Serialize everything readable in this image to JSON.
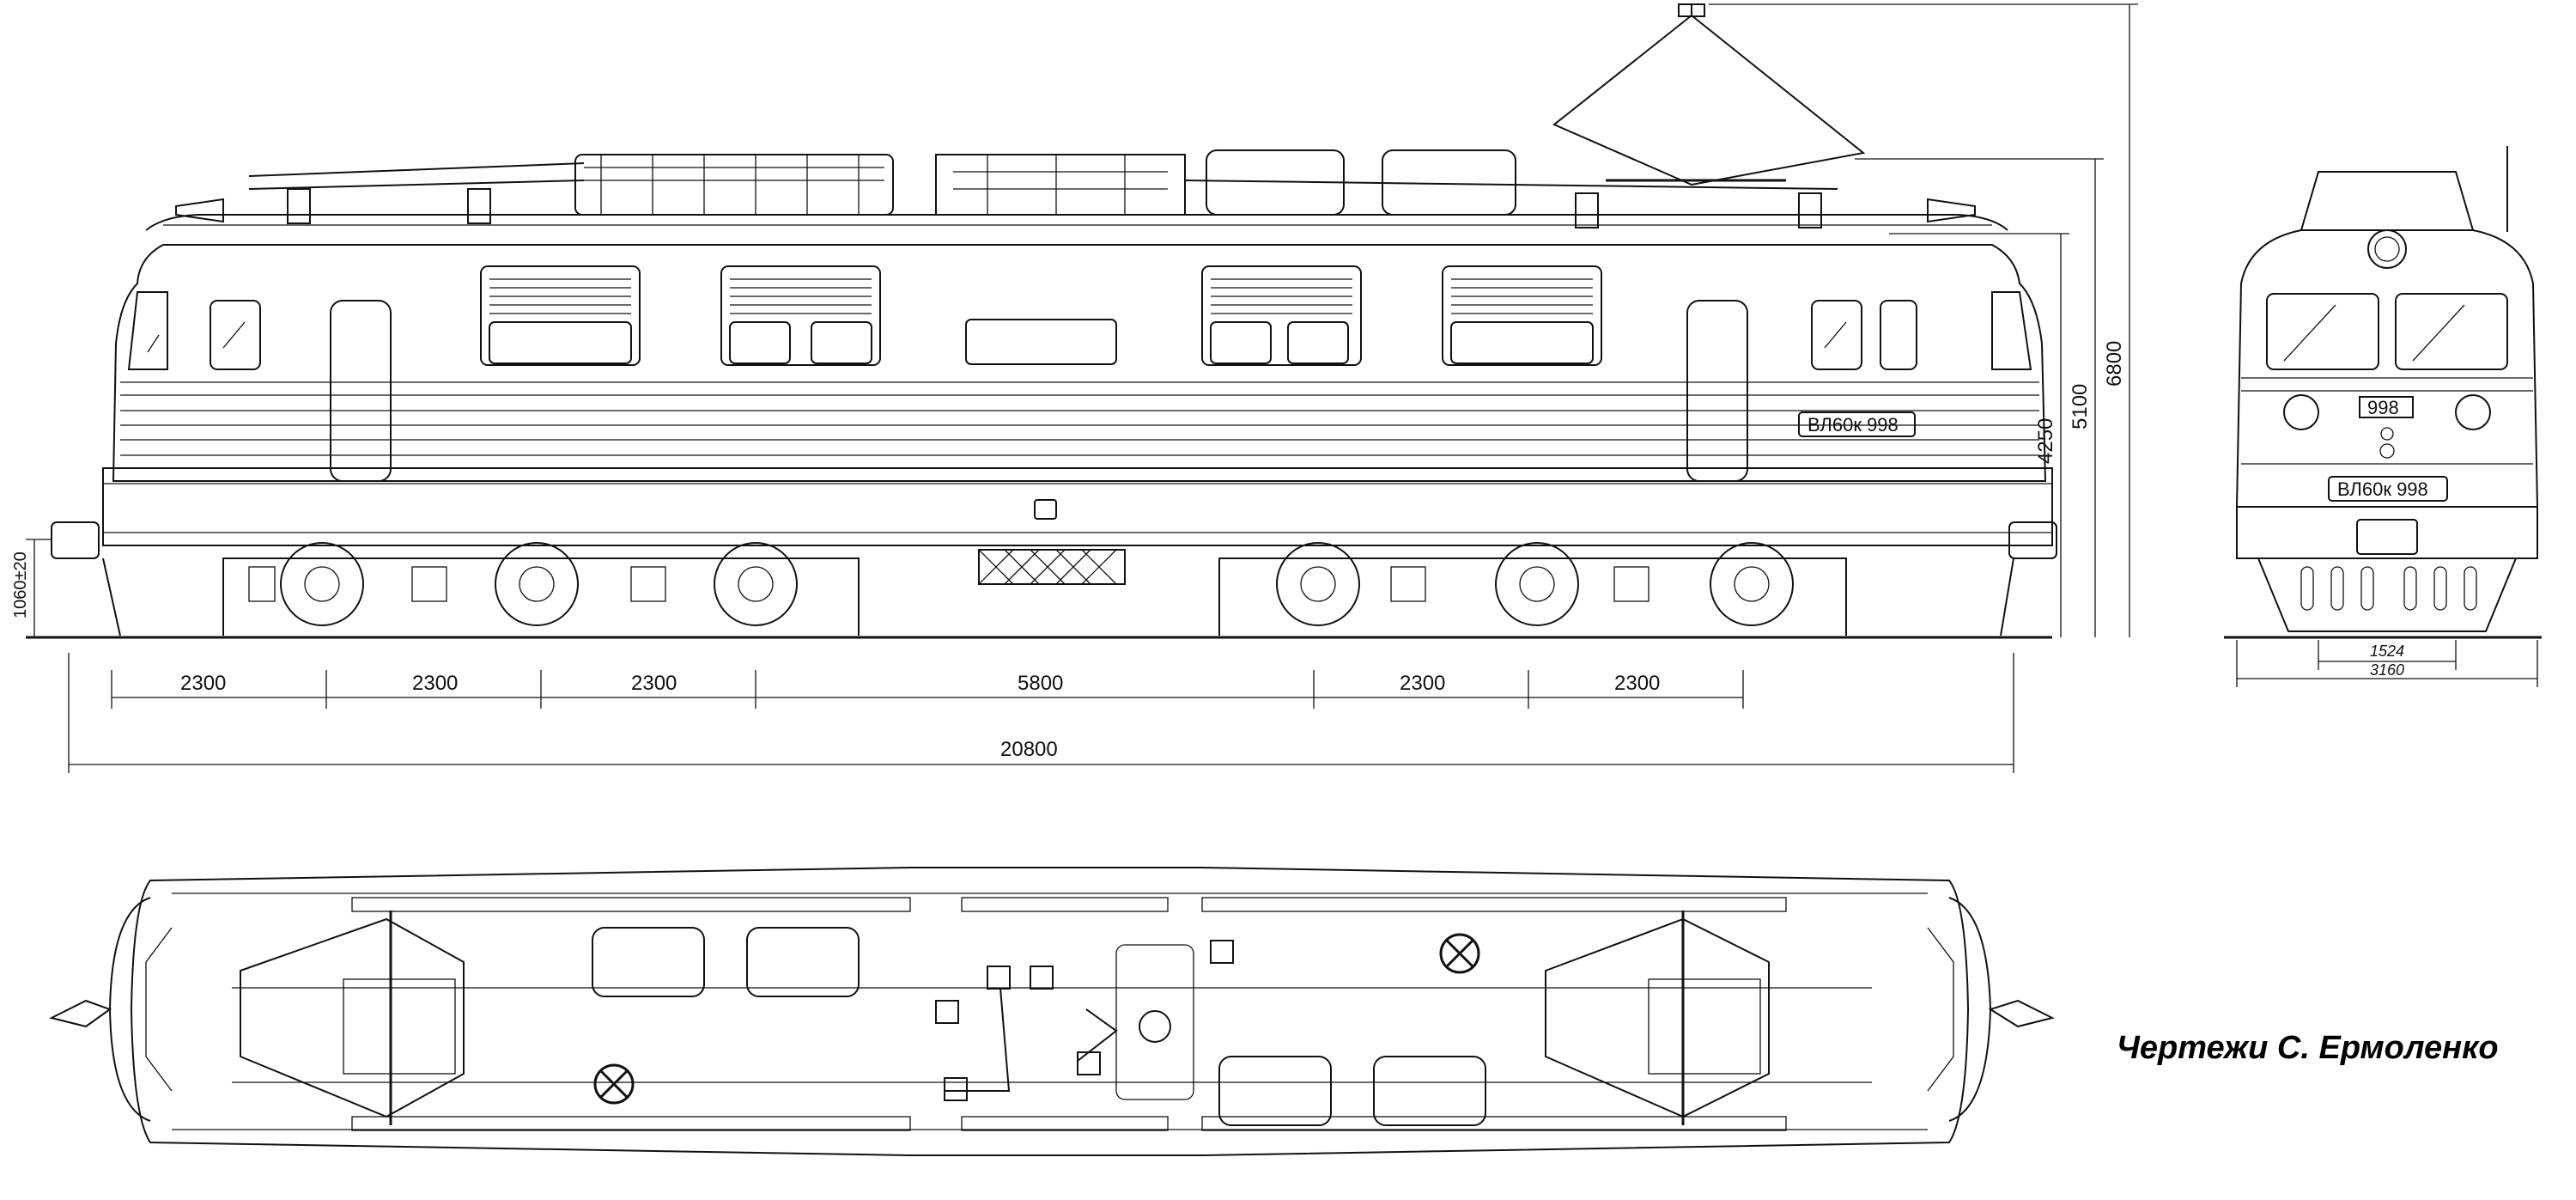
{
  "side_view": {
    "plate_text": "ВЛ60к 998",
    "axle_spacings": [
      "2300",
      "2300",
      "2300",
      "5800",
      "2300",
      "2300"
    ],
    "overall_length": "20800",
    "coupler_height": "1060±20",
    "heights": [
      "4250",
      "5100",
      "6800"
    ]
  },
  "end_view": {
    "number_plate": "998",
    "plate_text": "ВЛ60к 998",
    "track_gauge": "1524",
    "body_width": "3160"
  },
  "credit": "Чертежи С. Ермоленко"
}
